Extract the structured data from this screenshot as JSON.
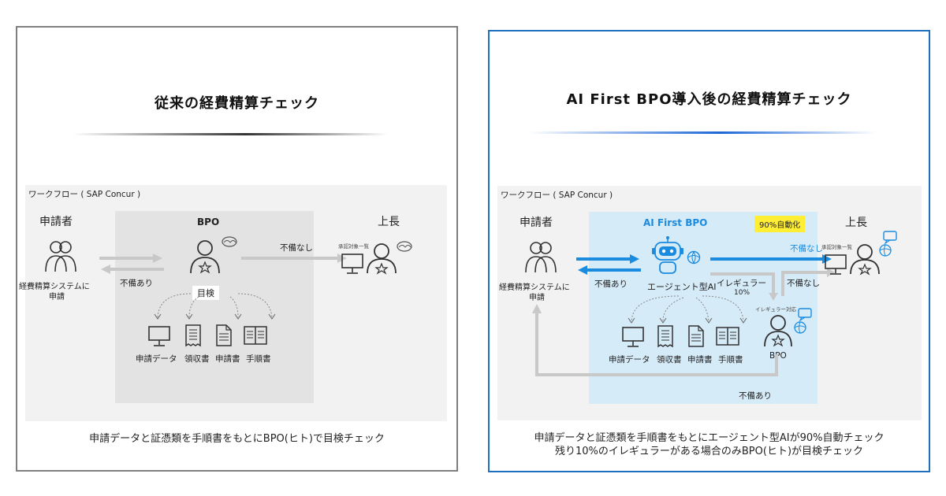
{
  "left": {
    "title": "従来の経費精算チェック",
    "workflow_label": "ワークフロー ( SAP Concur )",
    "applicant_label": "申請者",
    "applicant_caption_1": "経費精算システムに",
    "applicant_caption_2": "申請",
    "bpo_label": "BPO",
    "boss_label": "上長",
    "approval_list": "承認対象一覧",
    "no_issue": "不備なし",
    "has_issue": "不備あり",
    "visual_check": "目検",
    "docs": [
      "申請データ",
      "領収書",
      "申請書",
      "手順書"
    ],
    "caption": "申請データと証憑類を手順書をもとにBPO(ヒト)で目検チェック"
  },
  "right": {
    "title": "AI First BPO導入後の経費精算チェック",
    "workflow_label": "ワークフロー ( SAP Concur )",
    "applicant_label": "申請者",
    "applicant_caption_1": "経費精算システムに",
    "applicant_caption_2": "申請",
    "ai_bpo_label": "AI First BPO",
    "automation_badge": "90%自動化",
    "boss_label": "上長",
    "approval_list": "承認対象一覧",
    "no_issue_top": "不備なし",
    "no_issue_side": "不備なし",
    "has_issue_left": "不備あり",
    "has_issue_bottom": "不備あり",
    "agent_label": "エージェント型AI",
    "irregular_label": "イレギュラー",
    "irregular_pct": "10%",
    "irregular_handling": "イレギュラー対応",
    "bpo_label": "BPO",
    "docs": [
      "申請データ",
      "領収書",
      "申請書",
      "手順書"
    ],
    "caption_1": "申請データと証憑類を手順書をもとにエージェント型AIが90%自動チェック",
    "caption_2": "残り10%のイレギュラーがある場合のみBPO(ヒト)が目検チェック"
  },
  "colors": {
    "left_border": "#7f7f7f",
    "right_border": "#1f6fbf",
    "accent_blue": "#1b8be0",
    "ai_band": "#d6ebf8",
    "bpo_band": "#e3e3e3",
    "badge_yellow": "#ffee33",
    "arrow_gray": "#c8c8c8"
  }
}
